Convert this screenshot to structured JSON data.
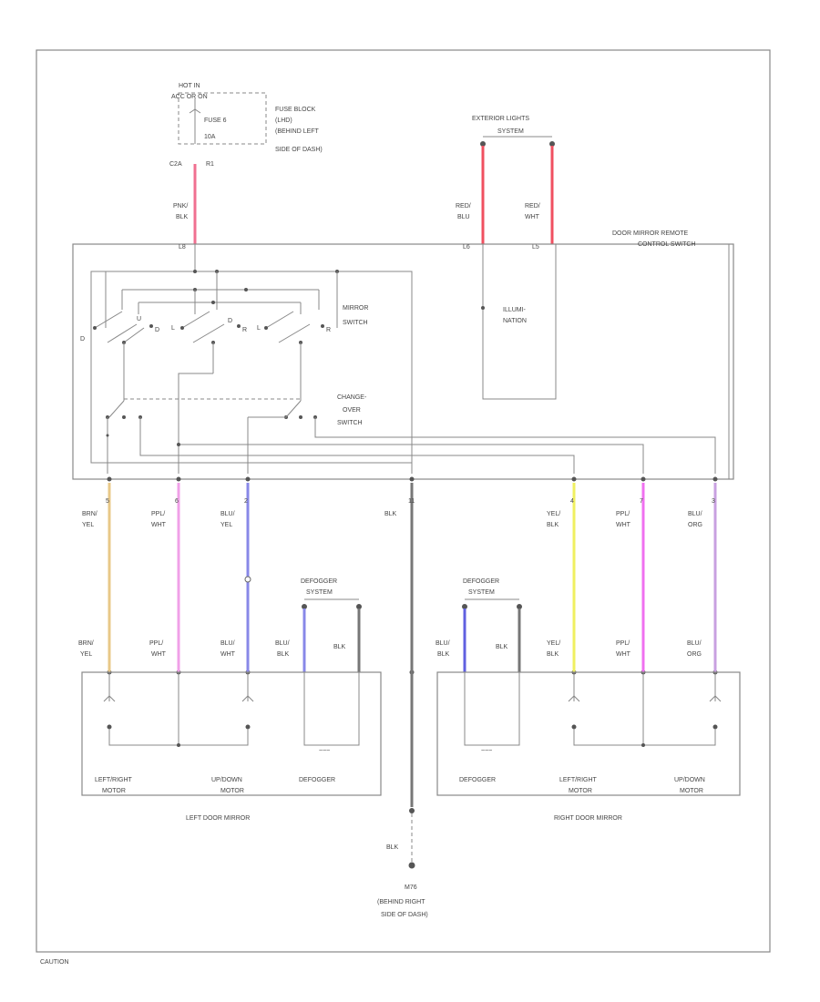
{
  "hot_in": [
    "HOT IN",
    "ACC OR ON"
  ],
  "fuse": [
    "FUSE 6",
    "10A"
  ],
  "fuse_block": [
    "FUSE BLOCK",
    "(LHD)",
    "(BEHIND LEFT",
    "SIDE OF DASH)"
  ],
  "fuse_pins": [
    "C2A",
    "R1"
  ],
  "top_wire": [
    "PNK/",
    "BLK"
  ],
  "pins_top": [
    "L8",
    "L6",
    "L5"
  ],
  "exterior_lights": [
    "EXTERIOR LIGHTS",
    "SYSTEM"
  ],
  "ext_wire_left": [
    "RED/",
    "BLU"
  ],
  "ext_wire_right": [
    "RED/",
    "WHT"
  ],
  "remote_switch": [
    "DOOR MIRROR REMOTE",
    "CONTROL SWITCH"
  ],
  "mirror_switch": [
    "MIRROR",
    "SWITCH"
  ],
  "illumination": [
    "ILLUMI-",
    "NATION"
  ],
  "changeover": [
    "CHANGE-",
    "OVER",
    "SWITCH"
  ],
  "switch_letters": [
    "D",
    "U",
    "D",
    "L",
    "D",
    "R",
    "L",
    "R"
  ],
  "bottom_wires": [
    {
      "pin": "5",
      "label": [
        "BRN/",
        "YEL"
      ],
      "color": "#e8c888"
    },
    {
      "pin": "6",
      "label": [
        "PPL/",
        "WHT"
      ],
      "color": "#f0a0e8"
    },
    {
      "pin": "2",
      "label": [
        "BLU/",
        "YEL"
      ],
      "color": "#8888e8"
    },
    {
      "pin": "11",
      "label": [
        "BLK"
      ],
      "color": "#777777"
    },
    {
      "pin": "4",
      "label": [
        "YEL/",
        "BLK"
      ],
      "color": "#f0f060"
    },
    {
      "pin": "7",
      "label": [
        "PPL/",
        "WHT"
      ],
      "color": "#f070f0"
    },
    {
      "pin": "3",
      "label": [
        "BLU/",
        "ORG"
      ],
      "color": "#c8a0e0"
    }
  ],
  "defogger_system": [
    "DEFOGGER",
    "SYSTEM"
  ],
  "left_mirror_wires": [
    [
      "BRN/",
      "YEL"
    ],
    [
      "PPL/",
      "WHT"
    ],
    [
      "BLU/",
      "WHT"
    ],
    [
      "BLU/",
      "BLK"
    ],
    [
      "BLK"
    ]
  ],
  "right_mirror_wires": [
    [
      "BLU/",
      "BLK"
    ],
    [
      "BLK"
    ],
    [
      "YEL/",
      "BLK"
    ],
    [
      "PPL/",
      "WHT"
    ],
    [
      "BLU/",
      "ORG"
    ]
  ],
  "left_components": [
    [
      "LEFT/RIGHT",
      "MOTOR"
    ],
    [
      "UP/DOWN",
      "MOTOR"
    ],
    [
      "DEFOGGER"
    ]
  ],
  "right_components": [
    [
      "DEFOGGER"
    ],
    [
      "LEFT/RIGHT",
      "MOTOR"
    ],
    [
      "UP/DOWN",
      "MOTOR"
    ]
  ],
  "left_mirror": "LEFT DOOR MIRROR",
  "right_mirror": "RIGHT DOOR MIRROR",
  "ground_wire": "BLK",
  "ground": [
    "M76",
    "(BEHIND RIGHT",
    "SIDE OF DASH)"
  ],
  "footer": "CAUTION"
}
